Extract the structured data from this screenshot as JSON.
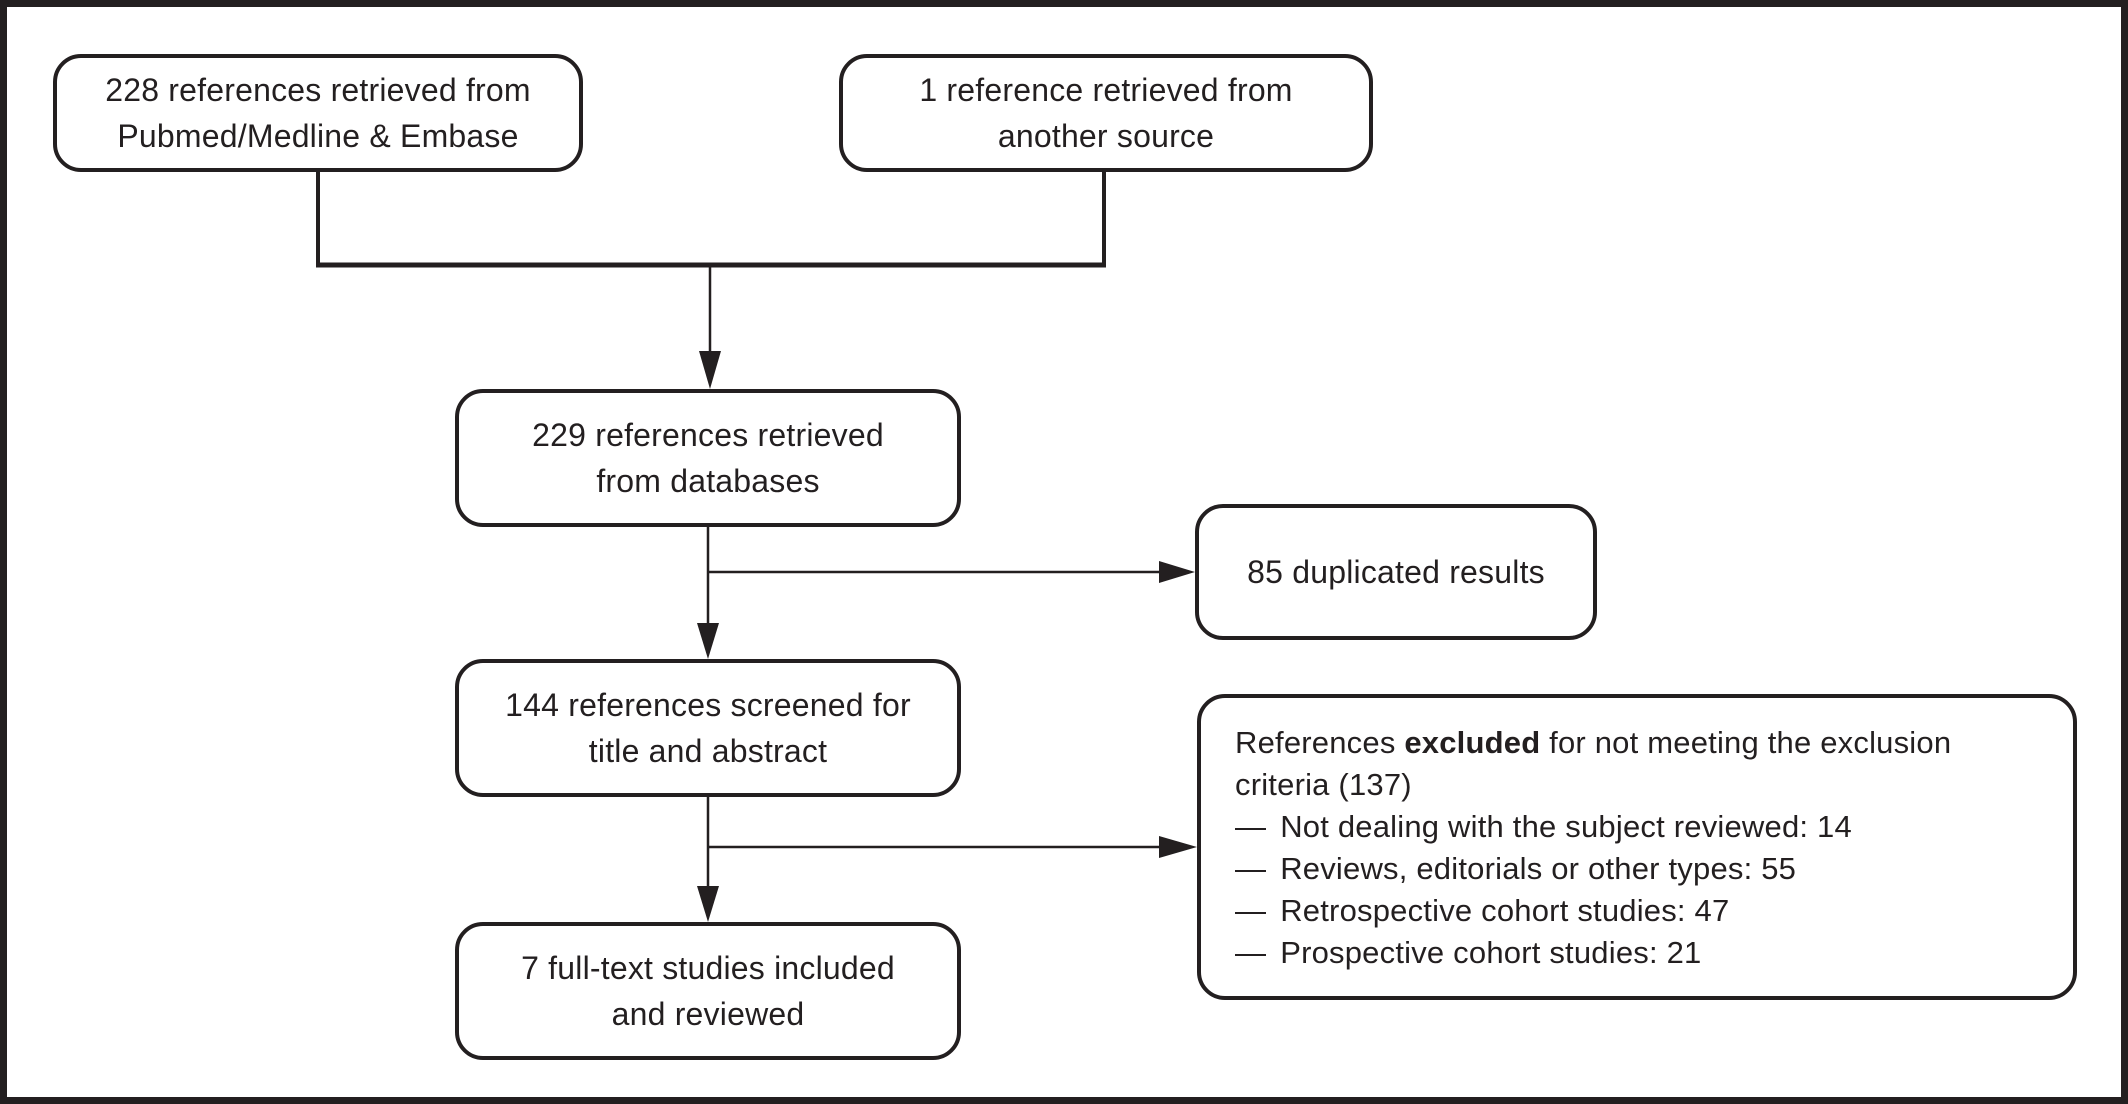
{
  "colors": {
    "ink": "#231f20",
    "background": "#ffffff"
  },
  "boxes": {
    "pubmed": {
      "line1": "228 references retrieved from",
      "line2": "Pubmed/Medline & Embase"
    },
    "other_source": {
      "line1": "1 reference retrieved from",
      "line2": "another source"
    },
    "retrieved": {
      "line1": "229 references retrieved",
      "line2": "from databases"
    },
    "duplicates": {
      "line1": "85 duplicated results"
    },
    "screened": {
      "line1": "144 references screened for",
      "line2": "title and abstract"
    },
    "excluded": {
      "title_pre": "References ",
      "title_bold": "excluded",
      "title_post": " for not meeting the exclusion",
      "title_line2": "criteria (137)",
      "bullet": "—",
      "items": [
        "Not dealing with the subject reviewed: 14",
        "Reviews, editorials or other types: 55",
        "Retrospective cohort studies: 47",
        "Prospective cohort studies: 21"
      ]
    },
    "included": {
      "line1": "7 full-text studies included",
      "line2": "and reviewed"
    }
  }
}
